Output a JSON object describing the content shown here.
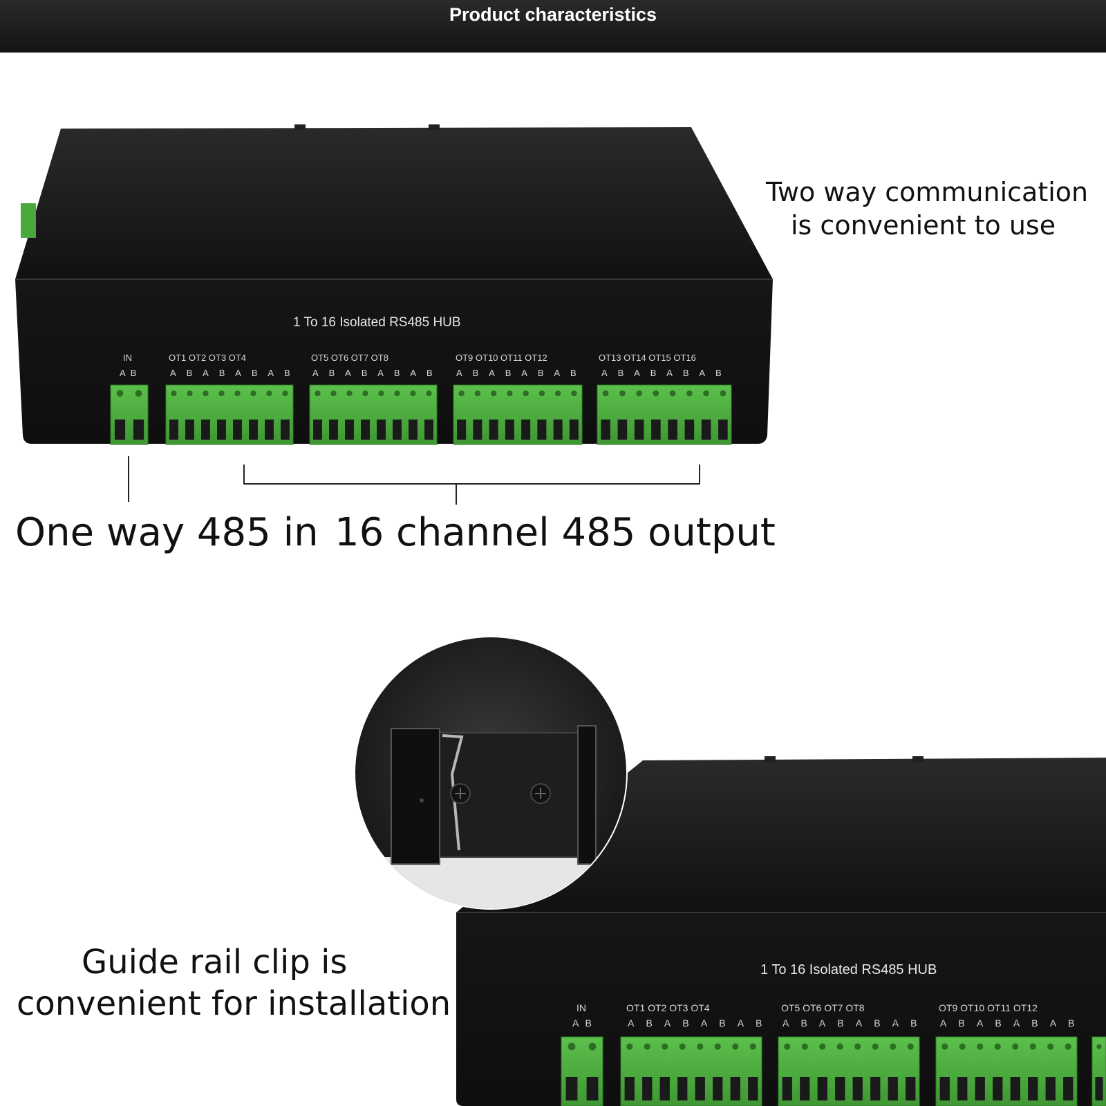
{
  "header": {
    "title": "Product characteristics"
  },
  "device": {
    "model_label": "1 To 16 Isolated RS485 HUB",
    "in_group": {
      "title": "IN",
      "pins": "A B"
    },
    "output_groups": [
      {
        "titles": "OT1  OT2  OT3  OT4",
        "pins": "A B A B A B A B"
      },
      {
        "titles": "OT5  OT6  OT7  OT8",
        "pins": "A B A B A B A B"
      },
      {
        "titles": "OT9  OT10  OT11  OT12",
        "pins": "A B A B A B A B"
      },
      {
        "titles": "OT13  OT14  OT15  OT16",
        "pins": "A B A B A B A B"
      }
    ]
  },
  "captions": {
    "two_way": {
      "line1": "Two way communication",
      "line2": "is convenient to use"
    },
    "input": "One way 485 in",
    "output": "16 channel 485 output",
    "rail_clip": {
      "line1": "Guide rail clip is",
      "line2": "convenient for installation"
    }
  },
  "colors": {
    "device_body": "#1b1b1b",
    "terminal_green": "#4aa83d",
    "banner": "#1c1c1c"
  }
}
